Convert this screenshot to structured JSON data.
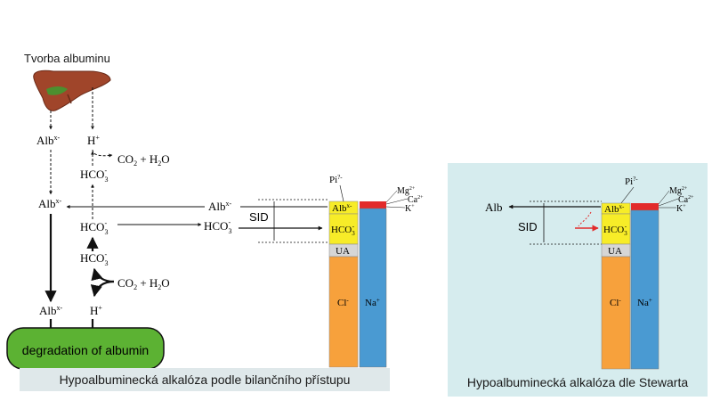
{
  "left": {
    "title": "Tvorba albuminu",
    "alb": "Alb",
    "alb_sup": "x-",
    "h": "H",
    "plus": "+",
    "co2": "CO",
    "two": "2",
    "h2o_plus": "+ H",
    "o": "O",
    "hco3": "HCO",
    "three": "3",
    "minus": "-",
    "degradation": "degradation of albumin",
    "sid": "SID",
    "caption": "Hypoalbuminecká alkalóza podle bilančního přístupu"
  },
  "gamblegram": {
    "pi": "Pi",
    "pi_sup": "?-",
    "mg": "Mg",
    "mg_sup": "2+",
    "ca": "Ca",
    "ca_sup": "2+",
    "k": "K",
    "k_sup": "+",
    "ua": "UA",
    "cl": "Cl",
    "cl_sup": "-",
    "na": "Na",
    "na_sup": "+",
    "colors": {
      "alb": "#f7ec28",
      "hco3": "#f7ec28",
      "ua": "#d6d6d6",
      "cl": "#f7a13c",
      "na": "#4a9ad2",
      "red": "#e22b2b"
    }
  },
  "right": {
    "alb": "Alb",
    "sid": "SID",
    "caption": "Hypoalbuminecká alkalóza dle Stewarta"
  },
  "colors": {
    "degradation_fill": "#5cb233",
    "liver": "#a0452a",
    "panel": "#d6ecee"
  }
}
